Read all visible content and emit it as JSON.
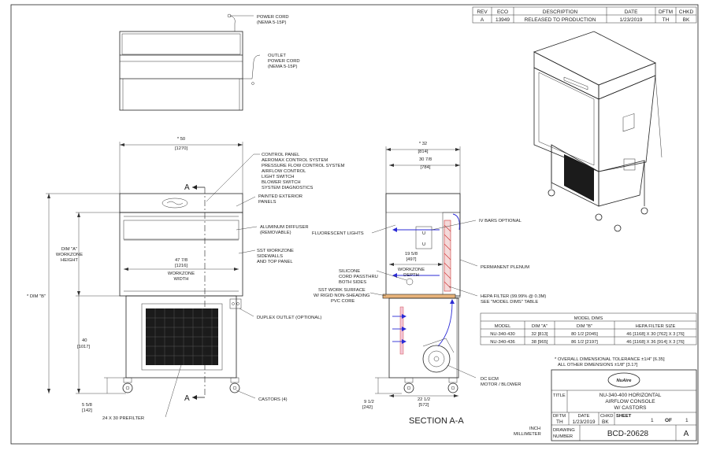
{
  "revision_table": {
    "headers": [
      "REV",
      "ECO",
      "DESCRIPTION",
      "DATE",
      "DFTM",
      "CHKD"
    ],
    "row": [
      "A",
      "13949",
      "RELEASED TO PRODUCTION",
      "1/23/2019",
      "TH",
      "BK"
    ]
  },
  "top_view": {
    "power_cord": [
      "POWER CORD",
      "(NEMA 5-15P)"
    ],
    "outlet_cord": [
      "OUTLET",
      "POWER CORD",
      "(NEMA 5-15P)"
    ]
  },
  "front_view": {
    "width_dim": [
      "* 50",
      "[1270]"
    ],
    "inner_width_dim": [
      "47 7/8",
      "[1216]",
      "WORKZONE",
      "WIDTH"
    ],
    "dim_a": [
      "DIM \"A\"",
      "WORKZONE",
      "HEIGHT"
    ],
    "dim_b": "* DIM \"B\"",
    "leg_height": [
      "40",
      "[1017]"
    ],
    "caster_height": [
      "5 5/8",
      "[142]"
    ],
    "section_marker": "A",
    "callouts": {
      "control_panel": [
        "CONTROL PANEL",
        "AEROMAX CONTROL SYSTEM",
        "PRESSURE FLOW CONTROL SYSTEM",
        "AIRFLOW CONTROL",
        "LIGHT SWITCH",
        "BLOWER SWITCH",
        "SYSTEM DIAGNOSTICS"
      ],
      "painted_panels": [
        "PAINTED EXTERIOR",
        "PANELS"
      ],
      "diffuser": [
        "ALUMINUM DIFFUSER",
        "(REMOVABLE)"
      ],
      "sidewalls": [
        "SST WORKZONE",
        "SIDEWALLS",
        "AND TOP PANEL"
      ],
      "duplex": "DUPLEX OUTLET (OPTIONAL)",
      "castors": "CASTORS (4)",
      "prefilter": "24 X 30 PREFILTER"
    }
  },
  "section_view": {
    "title": "SECTION A-A",
    "depth_dim": [
      "* 32",
      "[814]"
    ],
    "inner_depth_dim": [
      "30 7/8",
      "[784]"
    ],
    "workzone_depth": [
      "19 5/8",
      "[497]",
      "WORKZONE",
      "DEPTH"
    ],
    "bottom_depth": [
      "22 1/2",
      "[572]"
    ],
    "bottom_height": [
      "9 1/2",
      "[242]"
    ],
    "callouts": {
      "iv_bars": "IV BARS OPTIONAL",
      "fluorescent": "FLUORESCENT LIGHTS",
      "plenum": "PERMANENT PLENUM",
      "silicone": [
        "SILICONE",
        "CORD PASSTHRU",
        "BOTH SIDES"
      ],
      "work_surface": [
        "SST WORK SURFACE",
        "W/ RIGID NON-SHEADING",
        "PVC CORE"
      ],
      "hepa": [
        "HEPA FILTER (99.99% @ 0.3M)",
        "SEE \"MODEL DIMS\" TABLE"
      ],
      "motor": [
        "DC ECM",
        "MOTOR / BLOWER"
      ]
    }
  },
  "model_dims": {
    "title": "MODEL DIMS",
    "headers": [
      "MODEL",
      "DIM \"A\"",
      "DIM \"B\"",
      "HEPA FILTER SIZE"
    ],
    "rows": [
      [
        "NU-340-430",
        "32 [813]",
        "80 1/2 [2045]",
        "46 [1168] X 30 [762] X 3 [76]"
      ],
      [
        "NU-340-436",
        "38 [965]",
        "86 1/2 [2197]",
        "46 [1168] X 36 [914] X 3 [76]"
      ]
    ]
  },
  "tolerance_note": [
    "* OVERALL DIMENSIONAL TOLERANCE ±1/4\" [6.35]",
    "ALL OTHER DIMENSIONS ±1/8\" [3.17]"
  ],
  "title_block": {
    "logo": "NuAire",
    "title_label": "TITLE",
    "title": [
      "NU-340-400 HORIZONTAL",
      "AIRFLOW CONSOLE",
      "W/ CASTORS"
    ],
    "dftm_label": "DFTM",
    "dftm": "TH",
    "date_label": "DATE",
    "date": "1/23/2019",
    "chkd_label": "CHKD",
    "chkd": "BK",
    "sheet_label": "SHEET",
    "sheet": "1",
    "of_label": "OF",
    "of": "1",
    "drawing_label": [
      "DRAWING",
      "NUMBER"
    ],
    "drawing_number": "BCD-20628",
    "rev": "A",
    "units": [
      "INCH",
      "MILLIMETER"
    ]
  }
}
